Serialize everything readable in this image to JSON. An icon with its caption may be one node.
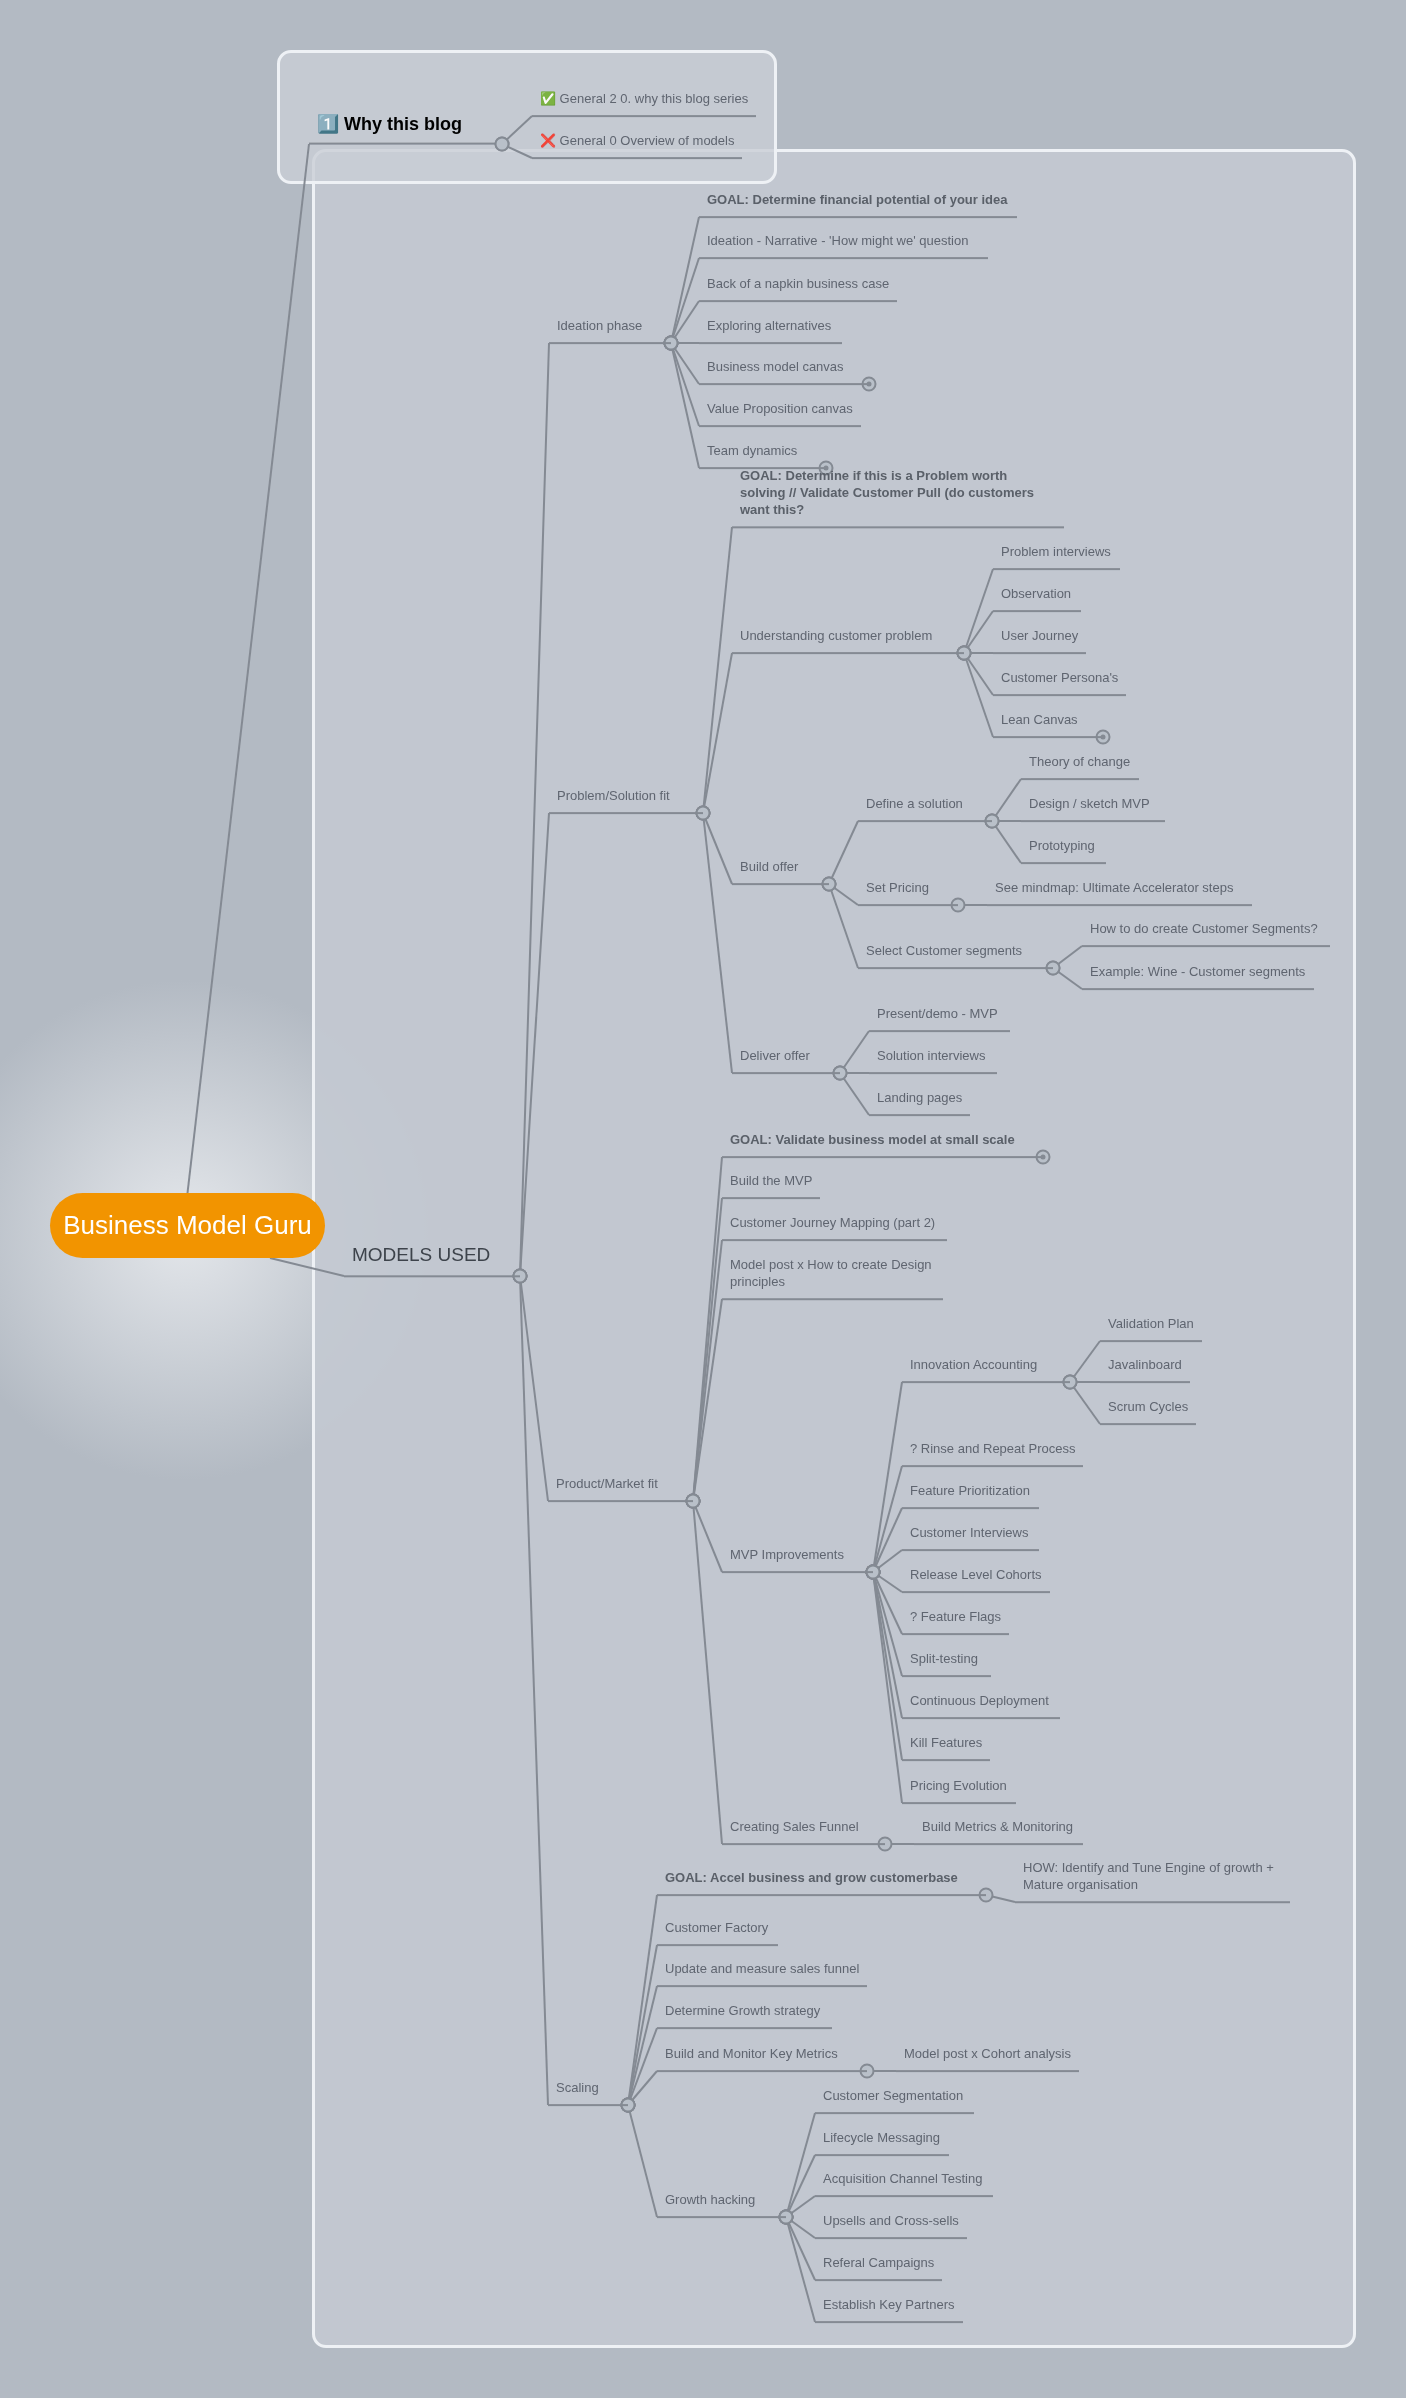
{
  "diagram": {
    "nodes": [
      {
        "text": [
          "Business Model Guru"
        ]
      },
      {
        "text": [],
        "shape": "box"
      },
      {
        "text": [
          "1️⃣ Why this blog"
        ],
        "in": 1
      },
      {
        "text": [
          "✅ General 2 0. why this blog series"
        ],
        "in": 1
      },
      {
        "text": [
          "❌ General 0 Overview of models"
        ],
        "in": 1
      },
      {
        "text": [],
        "shape": "box"
      },
      {
        "text": [
          "MODELS USED"
        ],
        "in": 5
      },
      {
        "text": [
          "Ideation phase"
        ],
        "in": 5
      },
      {
        "text": [
          "GOAL: Determine financial potential of your idea"
        ],
        "in": 5
      },
      {
        "text": [
          "Ideation - Narrative - 'How might we' question"
        ],
        "in": 5
      },
      {
        "text": [
          "Back of a napkin business case"
        ],
        "in": 5
      },
      {
        "text": [
          "Exploring alternatives"
        ],
        "in": 5
      },
      {
        "text": [
          "Business model canvas"
        ],
        "in": 5
      },
      {
        "text": [
          "Value Proposition canvas"
        ],
        "in": 5
      },
      {
        "text": [
          "Team dynamics"
        ],
        "in": 5
      },
      {
        "text": [
          "Problem/Solution fit"
        ],
        "in": 5
      },
      {
        "text": [
          "GOAL: Determine if this is a Problem worth solving // Validate Customer Pull (do customers want this?"
        ],
        "in": 5
      },
      {
        "text": [
          "Understanding customer problem"
        ],
        "in": 5
      },
      {
        "text": [
          "Problem interviews"
        ],
        "in": 5
      },
      {
        "text": [
          "Observation"
        ],
        "in": 5
      },
      {
        "text": [
          "User Journey"
        ],
        "in": 5
      },
      {
        "text": [
          "Customer Persona's"
        ],
        "in": 5
      },
      {
        "text": [
          "Lean Canvas"
        ],
        "in": 5
      },
      {
        "text": [
          "Build offer"
        ],
        "in": 5
      },
      {
        "text": [
          "Define a solution"
        ],
        "in": 5
      },
      {
        "text": [
          "Theory of change"
        ],
        "in": 5
      },
      {
        "text": [
          "Design / sketch MVP"
        ],
        "in": 5
      },
      {
        "text": [
          "Prototyping"
        ],
        "in": 5
      },
      {
        "text": [
          "Set Pricing"
        ],
        "in": 5
      },
      {
        "text": [
          "See mindmap: Ultimate Accelerator steps"
        ],
        "in": 5
      },
      {
        "text": [
          "Select Customer segments"
        ],
        "in": 5
      },
      {
        "text": [
          "How to do create Customer Segments?"
        ],
        "in": 5
      },
      {
        "text": [
          "Example: Wine - Customer segments"
        ],
        "in": 5
      },
      {
        "text": [
          "Deliver offer"
        ],
        "in": 5
      },
      {
        "text": [
          "Present/demo - MVP"
        ],
        "in": 5
      },
      {
        "text": [
          "Solution interviews"
        ],
        "in": 5
      },
      {
        "text": [
          "Landing pages"
        ],
        "in": 5
      },
      {
        "text": [
          "Product/Market fit"
        ],
        "in": 5
      },
      {
        "text": [
          "GOAL: Validate business model at small scale"
        ],
        "in": 5
      },
      {
        "text": [
          "Build the MVP"
        ],
        "in": 5
      },
      {
        "text": [
          "Customer Journey Mapping (part 2)"
        ],
        "in": 5
      },
      {
        "text": [
          "Model post x How to create Design principles"
        ],
        "in": 5
      },
      {
        "text": [
          "MVP Improvements"
        ],
        "in": 5
      },
      {
        "text": [
          "Innovation Accounting"
        ],
        "in": 5
      },
      {
        "text": [
          "Validation Plan"
        ],
        "in": 5
      },
      {
        "text": [
          "Javalinboard"
        ],
        "in": 5
      },
      {
        "text": [
          "Scrum Cycles"
        ],
        "in": 5
      },
      {
        "text": [
          "? Rinse and Repeat Process"
        ],
        "in": 5
      },
      {
        "text": [
          "Feature Prioritization"
        ],
        "in": 5
      },
      {
        "text": [
          "Customer Interviews"
        ],
        "in": 5
      },
      {
        "text": [
          "Release Level Cohorts"
        ],
        "in": 5
      },
      {
        "text": [
          "? Feature Flags"
        ],
        "in": 5
      },
      {
        "text": [
          "Split-testing"
        ],
        "in": 5
      },
      {
        "text": [
          "Continuous Deployment"
        ],
        "in": 5
      },
      {
        "text": [
          "Kill Features"
        ],
        "in": 5
      },
      {
        "text": [
          "Pricing Evolution"
        ],
        "in": 5
      },
      {
        "text": [
          "Creating Sales Funnel"
        ],
        "in": 5
      },
      {
        "text": [
          "Build Metrics & Monitoring"
        ],
        "in": 5
      },
      {
        "text": [
          "Scaling"
        ],
        "in": 5
      },
      {
        "text": [
          "GOAL: Accel business and grow customerbase"
        ],
        "in": 5
      },
      {
        "text": [
          "HOW: Identify and Tune Engine of growth + Mature organisation"
        ],
        "in": 5
      },
      {
        "text": [
          "Customer Factory"
        ],
        "in": 5
      },
      {
        "text": [
          "Update and measure sales funnel"
        ],
        "in": 5
      },
      {
        "text": [
          "Determine Growth strategy"
        ],
        "in": 5
      },
      {
        "text": [
          "Build and Monitor Key Metrics"
        ],
        "in": 5
      },
      {
        "text": [
          "Model post x Cohort analysis"
        ],
        "in": 5
      },
      {
        "text": [
          "Growth hacking"
        ],
        "in": 5
      },
      {
        "text": [
          "Customer Segmentation"
        ],
        "in": 5
      },
      {
        "text": [
          "Lifecycle Messaging"
        ],
        "in": 5
      },
      {
        "text": [
          "Acquisition Channel Testing"
        ],
        "in": 5
      },
      {
        "text": [
          "Upsells and Cross-sells"
        ],
        "in": 5
      },
      {
        "text": [
          "Referal Campaigns"
        ],
        "in": 5
      },
      {
        "text": [
          "Establish Key Partners"
        ],
        "in": 5
      }
    ],
    "edges": [
      {
        "from": 0,
        "to": 2,
        "arrow": "none"
      },
      {
        "from": 0,
        "to": 6,
        "arrow": "none"
      },
      {
        "from": 2,
        "to": 3,
        "arrow": "other"
      },
      {
        "from": 2,
        "to": 4,
        "arrow": "other"
      },
      {
        "from": 6,
        "to": 7,
        "arrow": "other"
      },
      {
        "from": 6,
        "to": 15,
        "arrow": "other"
      },
      {
        "from": 6,
        "to": 37,
        "arrow": "other"
      },
      {
        "from": 6,
        "to": 58,
        "arrow": "other"
      },
      {
        "from": 7,
        "to": 8,
        "arrow": "other"
      },
      {
        "from": 7,
        "to": 9,
        "arrow": "other"
      },
      {
        "from": 7,
        "to": 10,
        "arrow": "other"
      },
      {
        "from": 7,
        "to": 11,
        "arrow": "other"
      },
      {
        "from": 7,
        "to": 12,
        "arrow": "other"
      },
      {
        "from": 7,
        "to": 13,
        "arrow": "other"
      },
      {
        "from": 7,
        "to": 14,
        "arrow": "other"
      },
      {
        "from": 15,
        "to": 16,
        "arrow": "other"
      },
      {
        "from": 15,
        "to": 17,
        "arrow": "other"
      },
      {
        "from": 15,
        "to": 23,
        "arrow": "other"
      },
      {
        "from": 15,
        "to": 33,
        "arrow": "other"
      },
      {
        "from": 17,
        "to": 18,
        "arrow": "other"
      },
      {
        "from": 17,
        "to": 19,
        "arrow": "other"
      },
      {
        "from": 17,
        "to": 20,
        "arrow": "other"
      },
      {
        "from": 17,
        "to": 21,
        "arrow": "other"
      },
      {
        "from": 17,
        "to": 22,
        "arrow": "other"
      },
      {
        "from": 23,
        "to": 24,
        "arrow": "other"
      },
      {
        "from": 23,
        "to": 28,
        "arrow": "other"
      },
      {
        "from": 23,
        "to": 30,
        "arrow": "other"
      },
      {
        "from": 24,
        "to": 25,
        "arrow": "other"
      },
      {
        "from": 24,
        "to": 26,
        "arrow": "other"
      },
      {
        "from": 24,
        "to": 27,
        "arrow": "other"
      },
      {
        "from": 28,
        "to": 29,
        "arrow": "other"
      },
      {
        "from": 30,
        "to": 31,
        "arrow": "other"
      },
      {
        "from": 30,
        "to": 32,
        "arrow": "other"
      },
      {
        "from": 33,
        "to": 34,
        "arrow": "other"
      },
      {
        "from": 33,
        "to": 35,
        "arrow": "other"
      },
      {
        "from": 33,
        "to": 36,
        "arrow": "other"
      },
      {
        "from": 37,
        "to": 38,
        "arrow": "other"
      },
      {
        "from": 37,
        "to": 39,
        "arrow": "other"
      },
      {
        "from": 37,
        "to": 40,
        "arrow": "other"
      },
      {
        "from": 37,
        "to": 41,
        "arrow": "other"
      },
      {
        "from": 37,
        "to": 42,
        "arrow": "other"
      },
      {
        "from": 37,
        "to": 56,
        "arrow": "other"
      },
      {
        "from": 42,
        "to": 43,
        "arrow": "other"
      },
      {
        "from": 42,
        "to": 47,
        "arrow": "other"
      },
      {
        "from": 42,
        "to": 48,
        "arrow": "other"
      },
      {
        "from": 42,
        "to": 49,
        "arrow": "other"
      },
      {
        "from": 42,
        "to": 50,
        "arrow": "other"
      },
      {
        "from": 42,
        "to": 51,
        "arrow": "other"
      },
      {
        "from": 42,
        "to": 52,
        "arrow": "other"
      },
      {
        "from": 42,
        "to": 53,
        "arrow": "other"
      },
      {
        "from": 42,
        "to": 54,
        "arrow": "other"
      },
      {
        "from": 42,
        "to": 55,
        "arrow": "other"
      },
      {
        "from": 43,
        "to": 44,
        "arrow": "other"
      },
      {
        "from": 43,
        "to": 45,
        "arrow": "other"
      },
      {
        "from": 43,
        "to": 46,
        "arrow": "other"
      },
      {
        "from": 56,
        "to": 57,
        "arrow": "other"
      },
      {
        "from": 58,
        "to": 59,
        "arrow": "other"
      },
      {
        "from": 58,
        "to": 61,
        "arrow": "other"
      },
      {
        "from": 58,
        "to": 62,
        "arrow": "other"
      },
      {
        "from": 58,
        "to": 63,
        "arrow": "other"
      },
      {
        "from": 58,
        "to": 64,
        "arrow": "other"
      },
      {
        "from": 58,
        "to": 66,
        "arrow": "other"
      },
      {
        "from": 59,
        "to": 60,
        "arrow": "other"
      },
      {
        "from": 64,
        "to": 65,
        "arrow": "other"
      },
      {
        "from": 66,
        "to": 67,
        "arrow": "other"
      },
      {
        "from": 66,
        "to": 68,
        "arrow": "other"
      },
      {
        "from": 66,
        "to": 69,
        "arrow": "other"
      },
      {
        "from": 66,
        "to": 70,
        "arrow": "other"
      },
      {
        "from": 66,
        "to": 71,
        "arrow": "other"
      },
      {
        "from": 66,
        "to": 72,
        "arrow": "other"
      }
    ]
  }
}
